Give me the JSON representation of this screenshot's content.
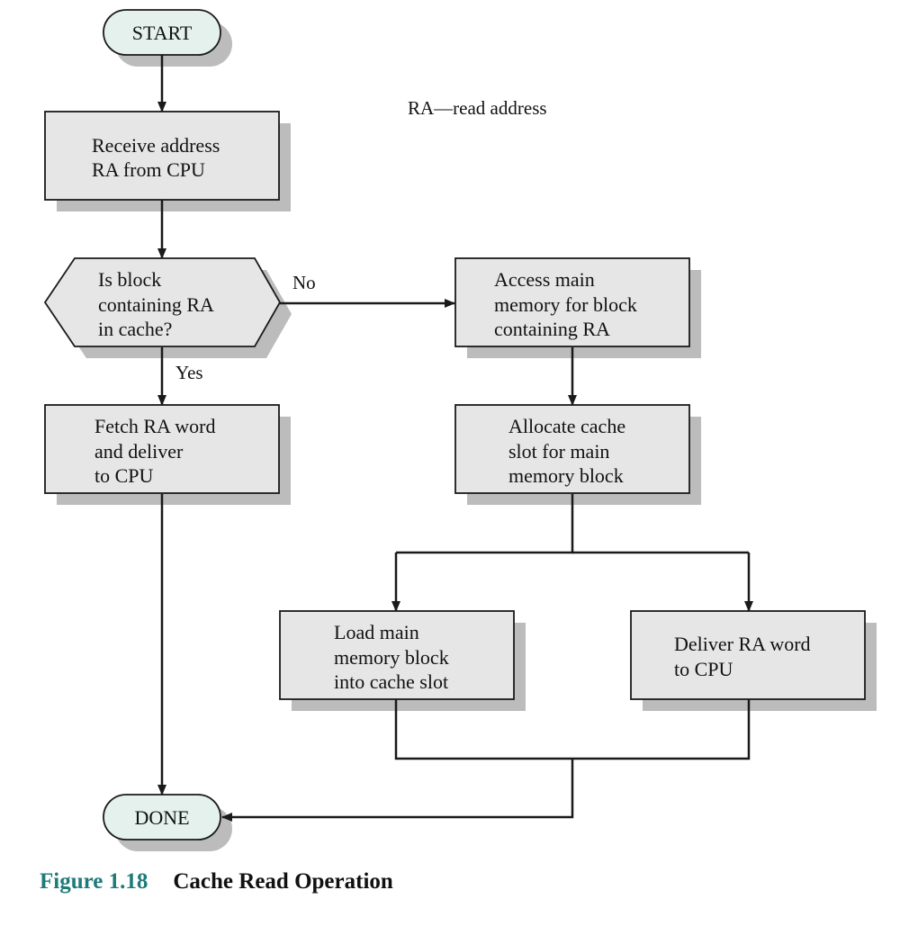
{
  "colors": {
    "box_fill": "#e6e6e6",
    "terminal_fill": "#e4f1ec",
    "shadow": "#bcbcbc",
    "stroke": "#1a1a1a",
    "caption_number": "#1f7a7a"
  },
  "legend": "RA—read address",
  "nodes": {
    "start": {
      "label": "START"
    },
    "receive": {
      "lines": [
        "Receive address",
        "RA from CPU"
      ]
    },
    "decision": {
      "lines": [
        "Is block",
        "containing RA",
        "in cache?"
      ]
    },
    "access": {
      "lines": [
        "Access main",
        "memory for block",
        "containing RA"
      ]
    },
    "fetch": {
      "lines": [
        "Fetch RA word",
        "and deliver",
        "to CPU"
      ]
    },
    "allocate": {
      "lines": [
        "Allocate cache",
        "slot for main",
        "memory block"
      ]
    },
    "load": {
      "lines": [
        "Load main",
        "memory block",
        "into cache slot"
      ]
    },
    "deliver": {
      "lines": [
        "Deliver RA word",
        "to CPU"
      ]
    },
    "done": {
      "label": "DONE"
    }
  },
  "edge_labels": {
    "no": "No",
    "yes": "Yes"
  },
  "caption": {
    "number": "Figure 1.18",
    "title": "Cache Read Operation"
  }
}
